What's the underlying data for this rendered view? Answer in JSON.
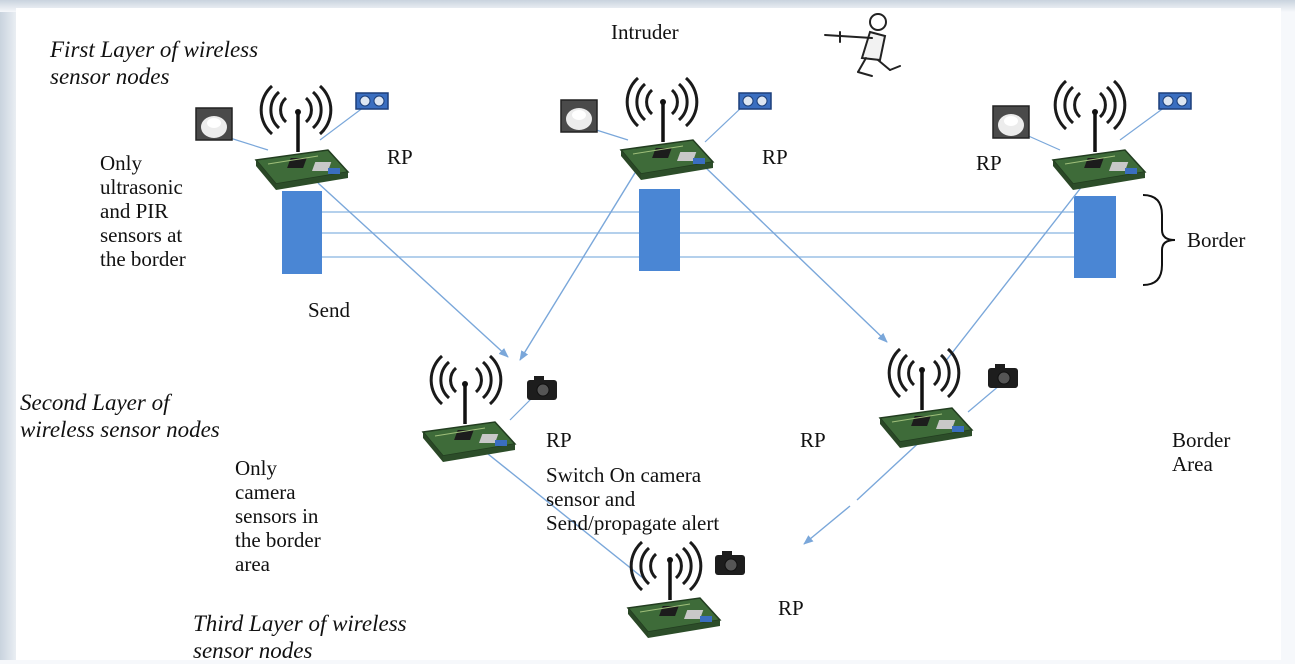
{
  "labels": {
    "intruder": "Intruder",
    "first_layer": "First Layer of wireless\nsensor nodes",
    "second_layer": "Second Layer of\nwireless sensor nodes",
    "third_layer": "Third Layer of wireless\nsensor nodes",
    "only_ultrasonic": "Only\nultrasonic\nand PIR\nsensors at\nthe border",
    "send": "Send",
    "border": "Border",
    "border_area": "Border\nArea",
    "only_camera": "Only\ncamera\nsensors in\nthe border\narea",
    "switch_on": "Switch On camera\nsensor and\nSend/propagate alert",
    "rp": "RP"
  },
  "colors": {
    "arrow": "#7aa7da",
    "post": "#4a86d4",
    "board": "#3e6b39",
    "wave": "#1a1a1a",
    "ultrasonic": "#3a6ec0"
  },
  "icons": [
    "intruder-icon",
    "wifi-icon",
    "pir-sensor-icon",
    "ultrasonic-sensor-icon",
    "camera-icon",
    "raspberry-pi-board-icon",
    "border-post-icon",
    "brace-icon"
  ]
}
